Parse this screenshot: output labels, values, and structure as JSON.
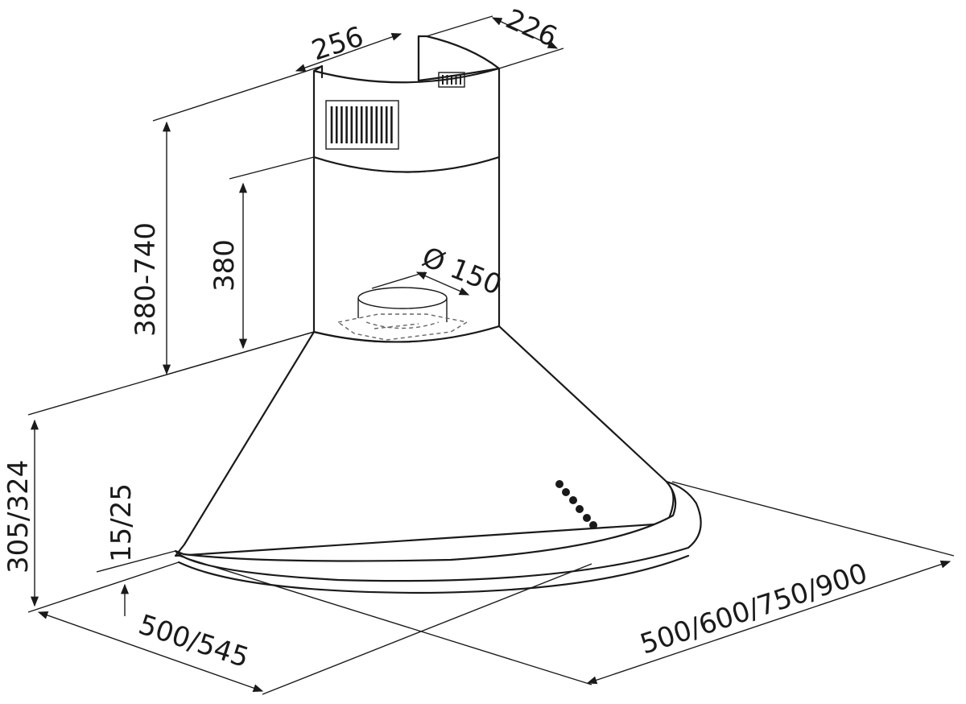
{
  "dimensions": {
    "chimney_width": "256",
    "chimney_depth": "226",
    "chimney_height_range": "380-740",
    "chimney_height_fixed": "380",
    "outlet_diameter": "Ø 150",
    "hood_height": "305/324",
    "rim_thickness": "15/25",
    "hood_depth": "500/545",
    "hood_width": "500/600/750/900"
  }
}
